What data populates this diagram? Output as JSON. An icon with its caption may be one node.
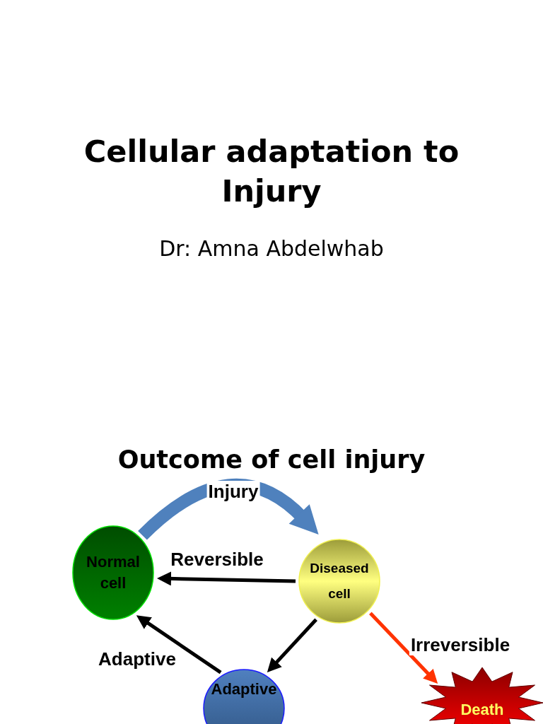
{
  "diagram": {
    "title": "Cellular adaptation to Injury",
    "labels": [
      "Dr: Amna Abdelwhab",
      "Outcome of cell injury"
    ],
    "nodes": [
      {
        "text": [
          "Normal cell"
        ]
      },
      {
        "text": [
          "Diseased cell"
        ]
      },
      {
        "text": [
          "Adaptive"
        ]
      },
      {
        "text": [
          "Death"
        ]
      }
    ],
    "edges": [
      {
        "from": 0,
        "to": 1,
        "arrow": "to",
        "label": "Injury",
        "style": "thick",
        "color": "#4f81bd"
      },
      {
        "from": 1,
        "to": 0,
        "arrow": "to",
        "label": "Reversible"
      },
      {
        "from": 1,
        "to": 2,
        "arrow": "to"
      },
      {
        "from": 2,
        "to": 0,
        "arrow": "to",
        "label": "Adaptive"
      },
      {
        "from": 1,
        "to": 3,
        "arrow": "to",
        "label": "Irreversible",
        "color": "#ff3300"
      }
    ]
  }
}
